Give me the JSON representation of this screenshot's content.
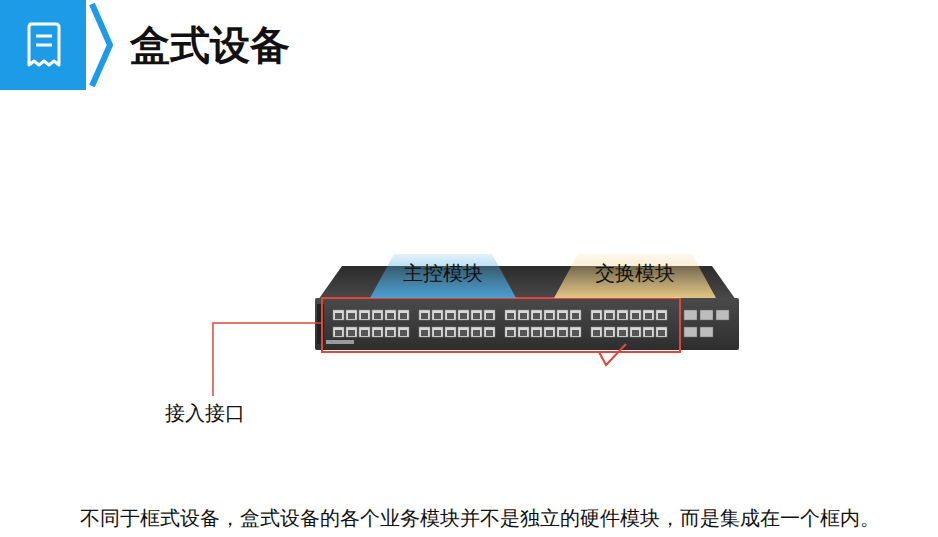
{
  "diagram": {
    "title": "盒式设备",
    "caption": "不同于框式设备，盒式设备的各个业务模块并不是独立的硬件模块，而是集成在一个框内。",
    "nodes": [
      {
        "text": [
          "主控模块"
        ]
      },
      {
        "text": [
          "交换模块"
        ]
      }
    ],
    "labels": [
      "接入接口"
    ]
  }
}
